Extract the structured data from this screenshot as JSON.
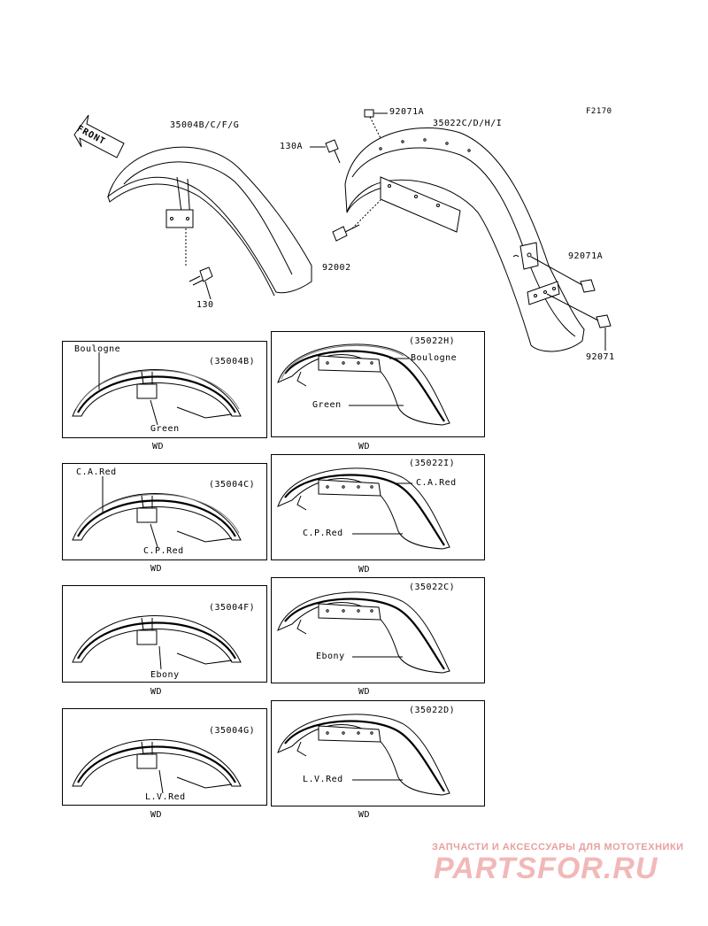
{
  "diagram": {
    "code": "F2170",
    "front": "FRONT",
    "main_labels": {
      "front_fender": "35004B/C/F/G",
      "rear_fender": "35022C/D/H/I",
      "bolt_130a": "130A",
      "bolt_130": "130",
      "bolt_92002": "92002",
      "nut_92071a_top": "92071A",
      "nut_92071a_right": "92071A",
      "nut_92071": "92071"
    },
    "panels": [
      {
        "id": "35004B",
        "code": "(35004B)",
        "labels": [
          "Boulogne",
          "Green"
        ],
        "footer": "WD"
      },
      {
        "id": "35022H",
        "code": "(35022H)",
        "labels": [
          "Boulogne",
          "Green"
        ],
        "footer": "WD"
      },
      {
        "id": "35004C",
        "code": "(35004C)",
        "labels": [
          "C.A.Red",
          "C.P.Red"
        ],
        "footer": "WD"
      },
      {
        "id": "35022I",
        "code": "(35022I)",
        "labels": [
          "C.A.Red",
          "C.P.Red"
        ],
        "footer": "WD"
      },
      {
        "id": "35004F",
        "code": "(35004F)",
        "labels": [
          "Ebony"
        ],
        "footer": "WD"
      },
      {
        "id": "35022C",
        "code": "(35022C)",
        "labels": [
          "Ebony"
        ],
        "footer": "WD"
      },
      {
        "id": "35004G",
        "code": "(35004G)",
        "labels": [
          "L.V.Red"
        ],
        "footer": "WD"
      },
      {
        "id": "35022D",
        "code": "(35022D)",
        "labels": [
          "L.V.Red"
        ],
        "footer": "WD"
      }
    ]
  },
  "watermark": {
    "tagline": "ЗАПЧАСТИ И АКСЕССУАРЫ ДЛЯ МОТОТЕХНИКИ",
    "logo": "PARTSFOR.RU"
  }
}
